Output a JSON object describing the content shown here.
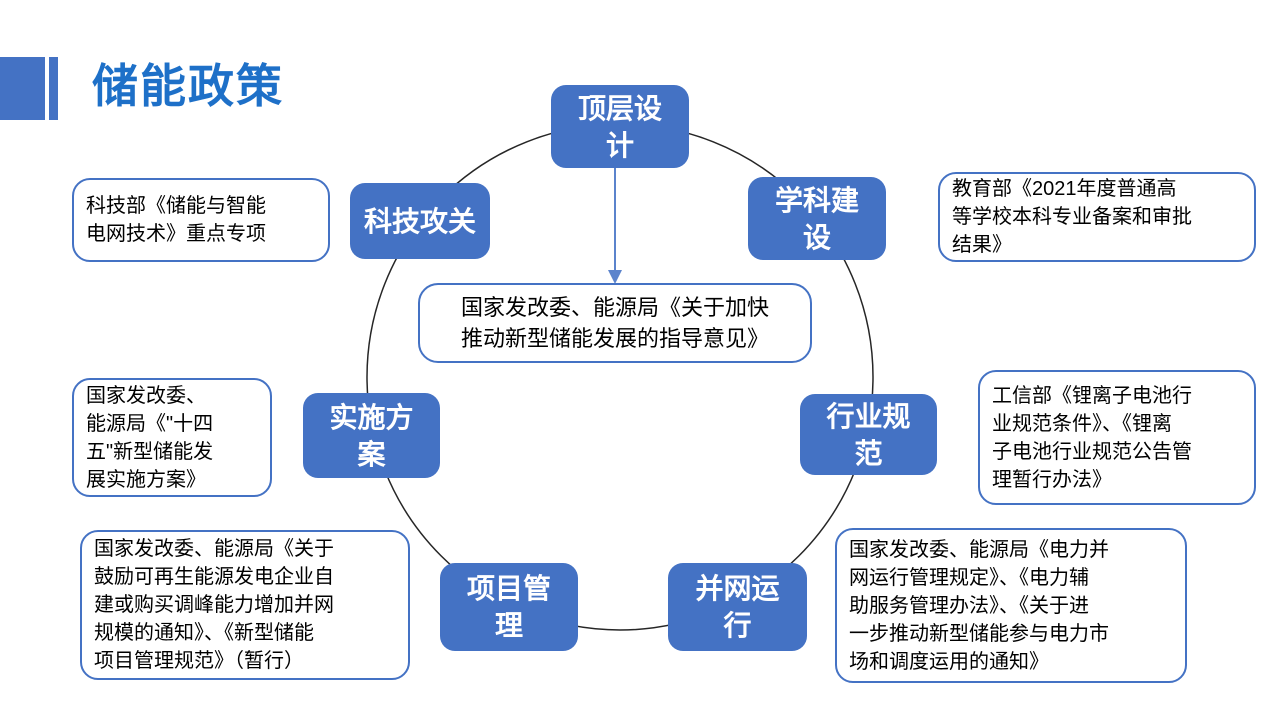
{
  "slide": {
    "title": "储能政策"
  },
  "colors": {
    "node_fill": "#4472C4",
    "callout_border": "#4472C4",
    "title_blue": "#1E70C8",
    "circle_stroke": "#262626",
    "arrow_blue": "#5B83CC"
  },
  "center_box": {
    "text": "国家发改委、能源局《关于加快\n推动新型储能发展的指导意见》"
  },
  "nodes": [
    {
      "id": "top-design",
      "label": "顶层设\n计"
    },
    {
      "id": "discipline-construction",
      "label": "学科建\n设"
    },
    {
      "id": "tech-research",
      "label": "科技攻关"
    },
    {
      "id": "implementation-plan",
      "label": "实施方\n案"
    },
    {
      "id": "industry-standard",
      "label": "行业规\n范"
    },
    {
      "id": "project-management",
      "label": "项目管\n理"
    },
    {
      "id": "grid-operation",
      "label": "并网运\n行"
    }
  ],
  "callouts": [
    {
      "id": "most-special-project",
      "text": "科技部《储能与智能\n电网技术》重点专项"
    },
    {
      "id": "moe-filing-result",
      "text": "教育部《2021年度普通高\n等学校本科专业备案和审批\n结果》"
    },
    {
      "id": "miit-battery-standard",
      "text": "工信部《锂离子电池行\n业规范条件》、《锂离\n子电池行业规范公告管\n理暂行办法》"
    },
    {
      "id": "ndrc-14-5-plan",
      "text": "国家发改委、\n能源局《\"十四\n五\"新型储能发\n展实施方案》"
    },
    {
      "id": "ndrc-project-rules",
      "text": "国家发改委、能源局《关于\n鼓励可再生能源发电企业自\n建或购买调峰能力增加并网\n规模的通知》、《新型储能\n项目管理规范》（暂行）"
    },
    {
      "id": "ndrc-grid-rules",
      "text": "国家发改委、能源局《电力并\n网运行管理规定》、《电力辅\n助服务管理办法》、《关于进\n一步推动新型储能参与电力市\n场和调度运用的通知》"
    }
  ]
}
